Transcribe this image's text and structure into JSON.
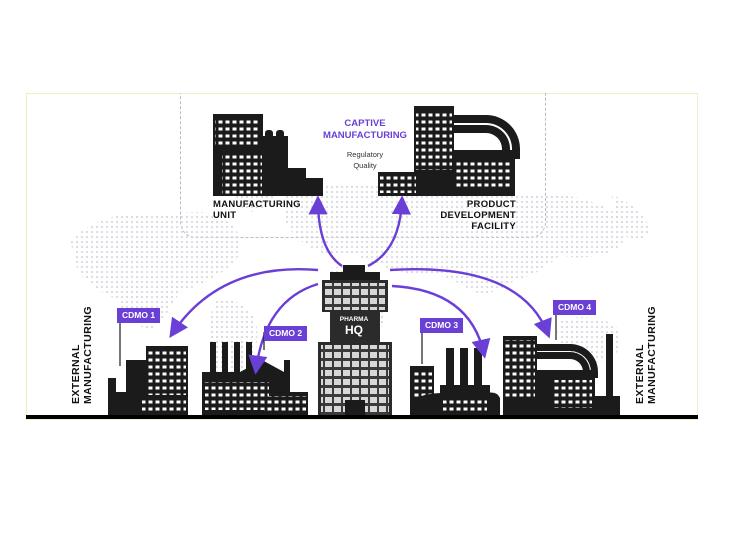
{
  "captive": {
    "title_line1": "CAPTIVE",
    "title_line2": "MANUFACTURING",
    "sub_line1": "Regulatory",
    "sub_line2": "Quality"
  },
  "manufacturing_unit": {
    "line1": "MANUFACTURING",
    "line2": "UNIT"
  },
  "product_dev": {
    "line1": "PRODUCT",
    "line2": "DEVELOPMENT",
    "line3": "FACILITY"
  },
  "hq": {
    "line1": "PHARMA",
    "line2": "HQ"
  },
  "cdmos": [
    "CDMO 1",
    "CDMO 2",
    "CDMO 3",
    "CDMO 4"
  ],
  "external_left": {
    "line1": "EXTERNAL",
    "line2": "MANUFACTURING"
  },
  "external_right": {
    "line1": "EXTERNAL",
    "line2": "MANUFACTURING"
  },
  "colors": {
    "accent": "#6a3fd6",
    "building": "#1b1b1b",
    "map_dots": "#d2d6de",
    "ground": "#000000"
  }
}
